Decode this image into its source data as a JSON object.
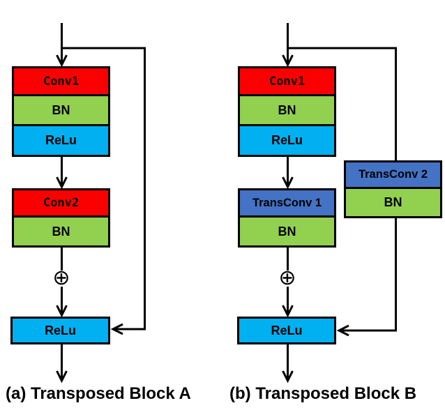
{
  "figure": {
    "background": "#ffffff",
    "line_color": "#000000",
    "text_color": "#000000",
    "sum_operator": "⊕"
  },
  "colors": {
    "conv": "#fb0000",
    "bn": "#92d050",
    "relu": "#00b0f0",
    "transconv": "#4472c4"
  },
  "block_a": {
    "caption": "(a) Transposed Block A",
    "layers": {
      "conv1": "Conv1",
      "bn1": "BN",
      "relu1": "ReLu",
      "conv2": "Conv2",
      "bn2": "BN",
      "relu_out": "ReLu"
    }
  },
  "block_b": {
    "caption": "(b) Transposed Block B",
    "layers": {
      "conv1": "Conv1",
      "bn1": "BN",
      "relu1": "ReLu",
      "transconv1": "TransConv 1",
      "bn2": "BN",
      "transconv2": "TransConv 2",
      "bn3": "BN",
      "relu_out": "ReLu"
    }
  }
}
